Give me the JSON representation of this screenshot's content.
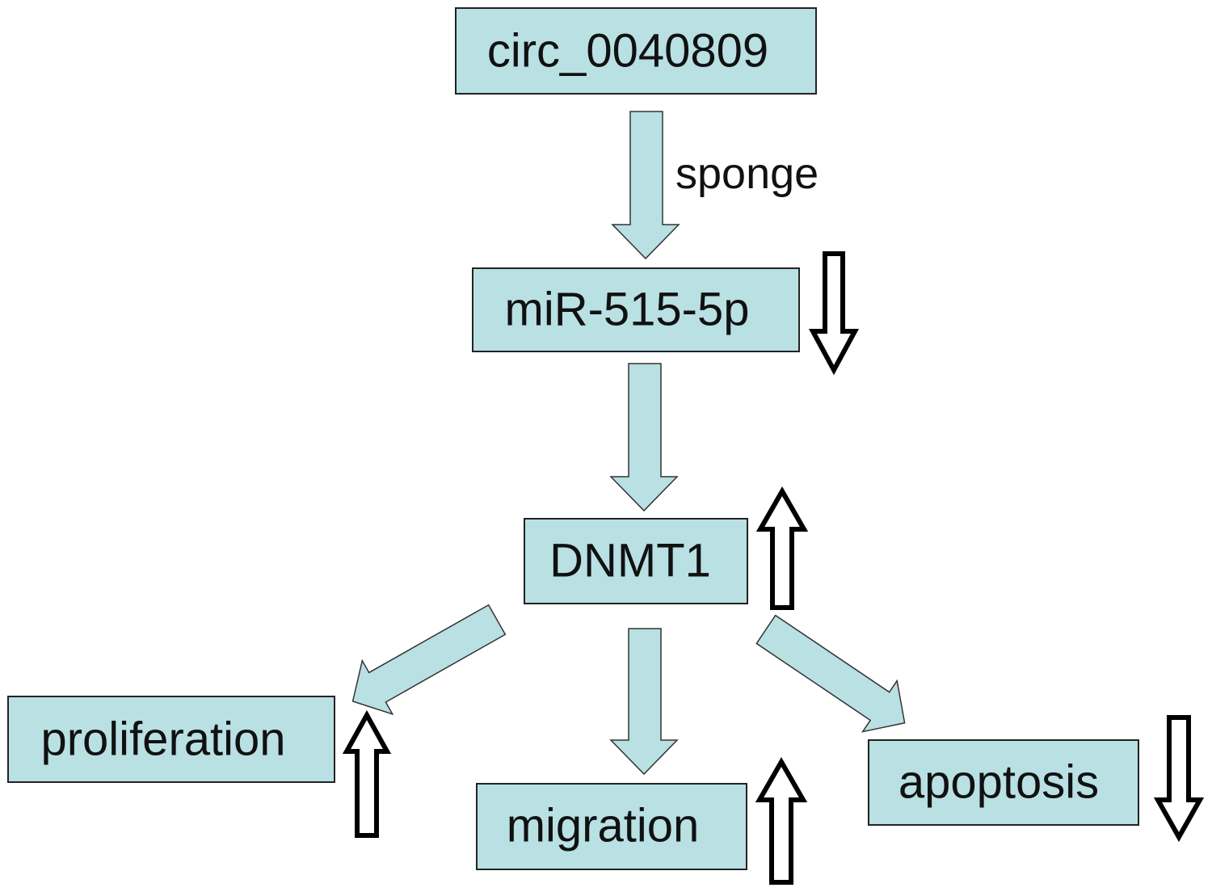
{
  "nodes": {
    "circ": {
      "label": "circ_0040809"
    },
    "mir": {
      "label": "miR-515-5p"
    },
    "dnmt1": {
      "label": "DNMT1"
    },
    "proliferation": {
      "label": "proliferation"
    },
    "migration": {
      "label": "migration"
    },
    "apoptosis": {
      "label": "apoptosis"
    }
  },
  "edges": {
    "circ_to_mir": {
      "label": "sponge"
    }
  },
  "trends": {
    "mir": "down",
    "dnmt1": "up",
    "proliferation": "up",
    "migration": "up",
    "apoptosis": "down"
  },
  "colors": {
    "box_fill": "#b9e0e3",
    "box_stroke": "#222222",
    "trend_arrow_stroke": "#000000"
  }
}
